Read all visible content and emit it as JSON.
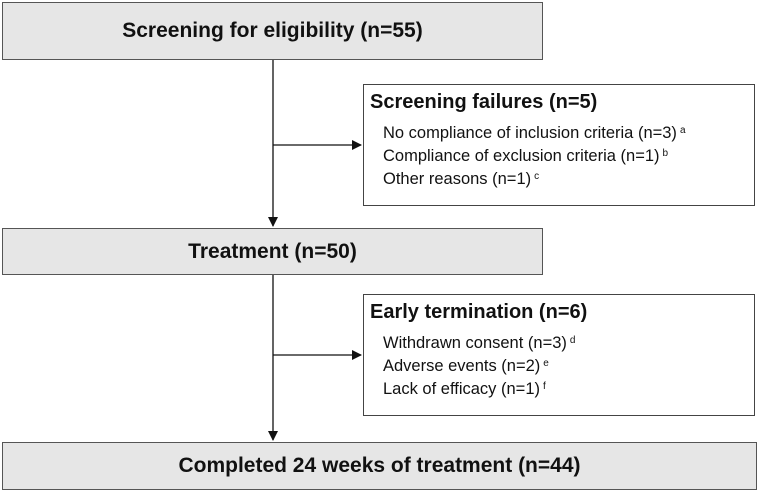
{
  "steps": {
    "screening": "Screening for eligibility (n=55)",
    "treatment": "Treatment (n=50)",
    "completed": "Completed 24 weeks of treatment (n=44)"
  },
  "screening_failures": {
    "title": "Screening failures (n=5)",
    "items": [
      {
        "text": "No compliance of inclusion criteria (n=3)",
        "note": "a"
      },
      {
        "text": "Compliance of exclusion criteria (n=1)",
        "note": "b"
      },
      {
        "text": "Other reasons (n=1)",
        "note": "c"
      }
    ]
  },
  "early_termination": {
    "title": "Early termination (n=6)",
    "items": [
      {
        "text": "Withdrawn consent (n=3)",
        "note": "d"
      },
      {
        "text": "Adverse events (n=2)",
        "note": "e"
      },
      {
        "text": "Lack of efficacy (n=1)",
        "note": "f"
      }
    ]
  }
}
